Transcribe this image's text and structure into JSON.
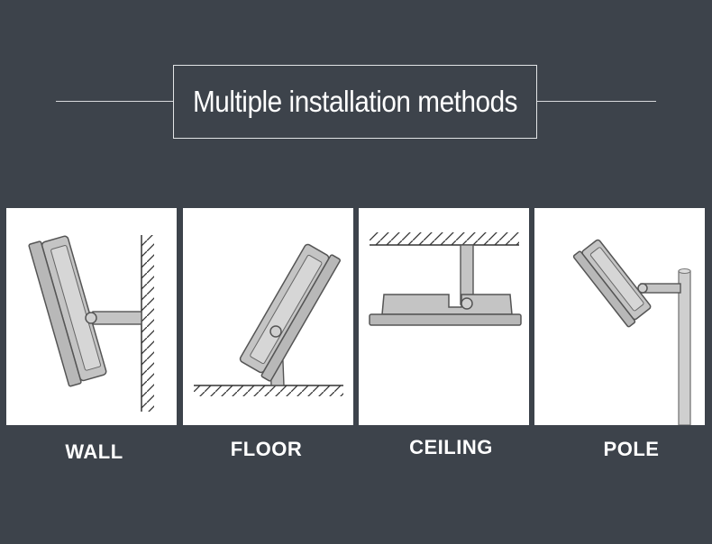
{
  "title": "Multiple installation methods",
  "methods": [
    {
      "label": "WALL",
      "icon": "wall-mount-icon"
    },
    {
      "label": "FLOOR",
      "icon": "floor-mount-icon"
    },
    {
      "label": "CEILING",
      "icon": "ceiling-mount-icon"
    },
    {
      "label": "POLE",
      "icon": "pole-mount-icon"
    }
  ],
  "colors": {
    "background": "#3d434b",
    "panel": "#ffffff",
    "lamp_fill": "#c4c4c4",
    "lamp_stroke": "#555555",
    "text": "#ffffff"
  }
}
